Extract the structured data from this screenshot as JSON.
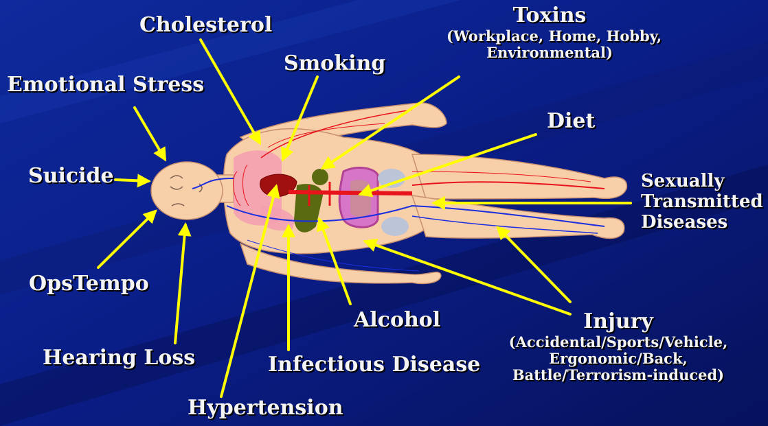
{
  "labels": {
    "cholesterol": "Cholesterol",
    "smoking": "Smoking",
    "toxins_title": "Toxins",
    "toxins_line1": "(Workplace, Home, Hobby,",
    "toxins_line2": "Environmental)",
    "emotional_stress": "Emotional Stress",
    "diet": "Diet",
    "suicide": "Suicide",
    "std_line1": "Sexually",
    "std_line2": "Transmitted",
    "std_line3": "Diseases",
    "opstempo": "OpsTempo",
    "alcohol": "Alcohol",
    "injury_title": "Injury",
    "injury_line1": "(Accidental/Sports/Vehicle,",
    "injury_line2": "Ergonomic/Back,",
    "injury_line3": "Battle/Terrorism-induced)",
    "hearing_loss": "Hearing Loss",
    "infectious_disease": "Infectious Disease",
    "hypertension": "Hypertension"
  },
  "colors": {
    "background": "#0a1a7a",
    "arrow": "#ffff00",
    "skin": "#f7cfa8",
    "artery": "#e8141c",
    "vein": "#1a2ee0",
    "liver": "#5a6a10",
    "lungs": "#f4a0b0",
    "heart": "#a01010",
    "intestine": "#d060d0",
    "text": "#f4f4f4"
  }
}
